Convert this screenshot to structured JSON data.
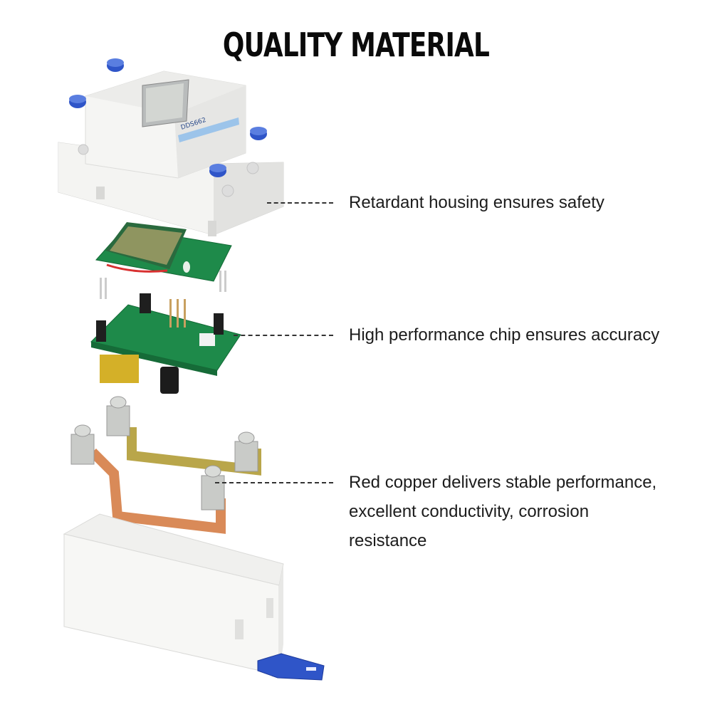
{
  "title": "QUALITY MATERIAL",
  "callouts": [
    {
      "id": "housing",
      "lines": [
        "Retardant housing ensures safety"
      ]
    },
    {
      "id": "chip",
      "lines": [
        "High performance chip ensures accuracy"
      ]
    },
    {
      "id": "copper",
      "lines": [
        "Red copper delivers stable performance,",
        "excellent conductivity, corrosion",
        "resistance"
      ]
    }
  ],
  "device": {
    "model_text": "DDS662",
    "components": [
      "top-housing",
      "display-board",
      "main-pcb",
      "copper-terminals",
      "bottom-housing",
      "din-clip"
    ]
  },
  "colors": {
    "housing": "#f2f2f0",
    "blue_caps": "#2f55c8",
    "pcb": "#1e8a4a",
    "lcd": "#8f9560",
    "copper": "#d98a58",
    "brass": "#b9a64a",
    "steel": "#c9cbc8"
  }
}
